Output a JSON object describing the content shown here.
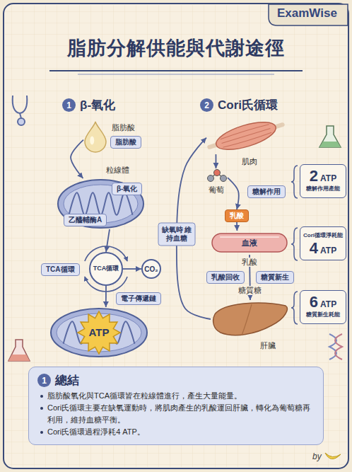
{
  "diagram": {
    "title": "脂肪分解供能與代謝途徑",
    "nodes": [
      {
        "text": [
          "1",
          "β-氧化"
        ]
      },
      {
        "text": [
          "脂肪酸"
        ]
      },
      {
        "text": [
          "脂肪酸"
        ]
      },
      {
        "text": [
          "粒線體"
        ]
      },
      {
        "text": [
          "β-氧化"
        ],
        "in": 3
      },
      {
        "text": [
          "乙醯輔酶A"
        ],
        "in": 3
      },
      {
        "text": [
          "TCA循環"
        ]
      },
      {
        "text": [
          "TCA循環"
        ]
      },
      {
        "text": [
          "CO₂"
        ]
      },
      {
        "text": [
          "電子傳遞鏈"
        ]
      },
      {
        "text": [
          "ATP"
        ]
      },
      {
        "text": [
          "2",
          "Cori氏循環"
        ]
      },
      {
        "text": [
          "肌肉"
        ]
      },
      {
        "text": [
          "葡萄"
        ]
      },
      {
        "text": [
          "糖解作用"
        ]
      },
      {
        "text": [
          "乳酸"
        ]
      },
      {
        "text": [
          "血液"
        ]
      },
      {
        "text": [
          "乳酸回收"
        ]
      },
      {
        "text": [
          "糖質新生"
        ]
      },
      {
        "text": [
          "肝臟"
        ]
      },
      {
        "text": [
          "2",
          "ATP",
          "糖解作用產能"
        ]
      },
      {
        "text": [
          "Cori循環淨耗能",
          "4",
          "ATP"
        ]
      },
      {
        "text": [
          "6",
          "ATP",
          "糖質新生耗能"
        ]
      },
      {
        "text": [
          "脂肪酸氧化與TCA循環皆在粒線體進行，產生大量能量。",
          "Cori氏循環主要在缺氧運動時，將肌肉產生的乳酸運回肝臟，轉化為葡萄糖再利用，維持血糖平衡。",
          "Cori氏循環過程淨耗4 ATP。"
        ]
      },
      {
        "text": [
          "1",
          "總結"
        ],
        "in": 23
      }
    ],
    "edges": [
      {
        "from": 1,
        "to": 3,
        "arrow": "to"
      },
      {
        "from": 3,
        "to": 7,
        "arrow": "to"
      },
      {
        "from": 7,
        "to": 8,
        "arrow": "to"
      },
      {
        "from": 7,
        "to": 10,
        "arrow": "to"
      },
      {
        "from": 12,
        "to": 13,
        "arrow": "to"
      },
      {
        "from": 13,
        "to": 15,
        "arrow": "to"
      },
      {
        "from": 15,
        "to": 16,
        "arrow": "to"
      },
      {
        "from": 16,
        "to": 19,
        "arrow": "to"
      },
      {
        "from": 19,
        "to": 12,
        "label": "缺氧時 維持血糖",
        "arrow": "to"
      }
    ],
    "labels": [
      "ExamWise",
      "乳酸",
      "糖質糖",
      "by"
    ]
  }
}
